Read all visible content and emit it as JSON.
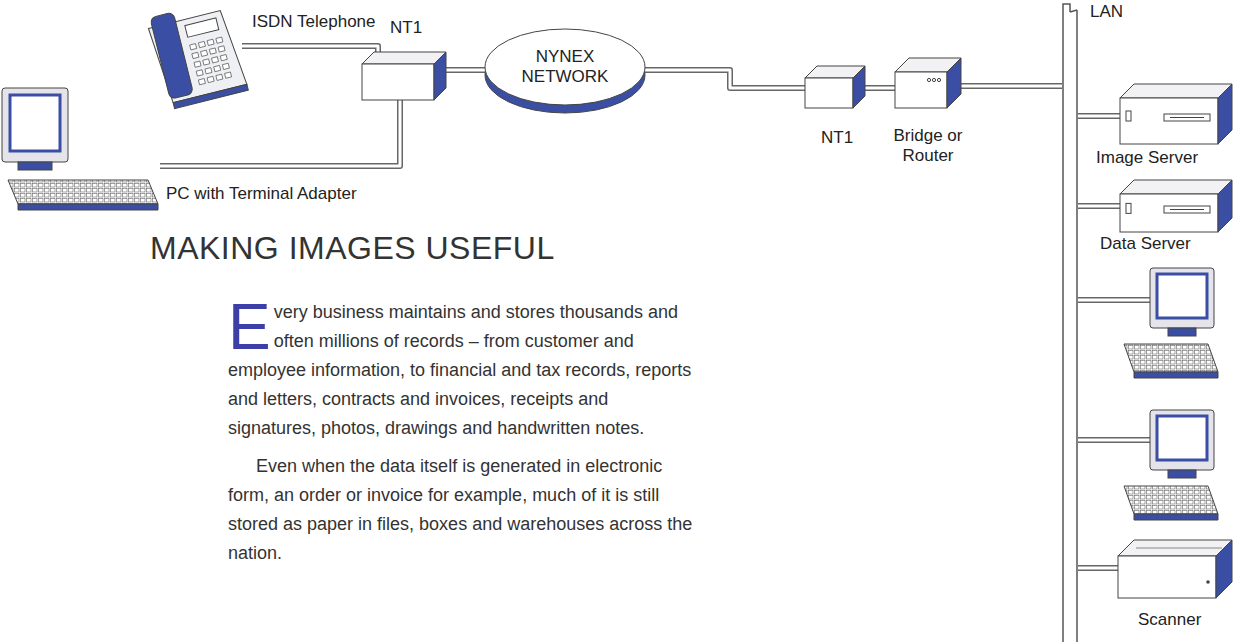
{
  "diagram": {
    "title": "MAKING IMAGES USEFUL",
    "nodes": [
      {
        "text": [
          "ISDN Telephone"
        ]
      },
      {
        "text": [
          "PC with Terminal Adapter"
        ]
      },
      {
        "text": [
          "NT1"
        ]
      },
      {
        "text": [
          "NYNEX NETWORK"
        ]
      },
      {
        "text": [
          "NT1"
        ]
      },
      {
        "text": [
          "Bridge or Router"
        ]
      },
      {
        "text": [
          "LAN"
        ]
      },
      {
        "text": [
          "Image Server"
        ]
      },
      {
        "text": [
          "Data Server"
        ]
      },
      {
        "text": [
          "Scanner"
        ]
      }
    ],
    "edges": [
      {
        "from": 0,
        "to": 2,
        "arrow": "none"
      },
      {
        "from": 1,
        "to": 2,
        "arrow": "none"
      },
      {
        "from": 2,
        "to": 3,
        "arrow": "none"
      },
      {
        "from": 3,
        "to": 4,
        "arrow": "none"
      },
      {
        "from": 4,
        "to": 5,
        "arrow": "none"
      },
      {
        "from": 5,
        "to": 6,
        "arrow": "none"
      },
      {
        "from": 6,
        "to": 7,
        "arrow": "none"
      },
      {
        "from": 6,
        "to": 8,
        "arrow": "none"
      },
      {
        "from": 6,
        "to": 9,
        "arrow": "none"
      }
    ],
    "labels": [
      "Every business maintains and stores thousands and often millions of records – from customer and employee information, to financial and tax records, reports and letters, contracts and invoices, receipts and signatures, photos, drawings and handwritten notes.",
      "Even when the data itself is generated in electronic form, an order or invoice for example, much of it is still stored as paper in files, boxes and warehouses across the nation."
    ]
  }
}
